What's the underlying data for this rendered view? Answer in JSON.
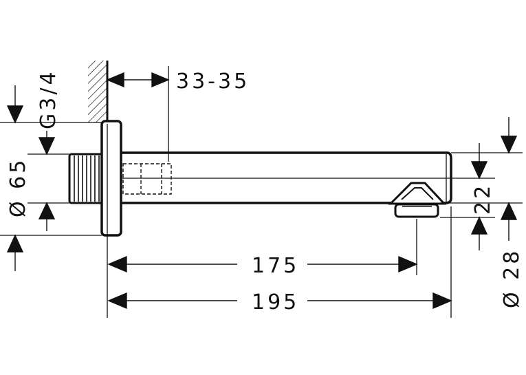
{
  "dimensions": {
    "wall_depth": "33-35",
    "thread": "G3/4",
    "rosette_diameter": "Ø 65",
    "spout_offset": "22",
    "outlet_diameter": "Ø 28",
    "outlet_reach": "175",
    "total_length": "195"
  },
  "colors": {
    "line": "#111111",
    "background": "#ffffff"
  }
}
